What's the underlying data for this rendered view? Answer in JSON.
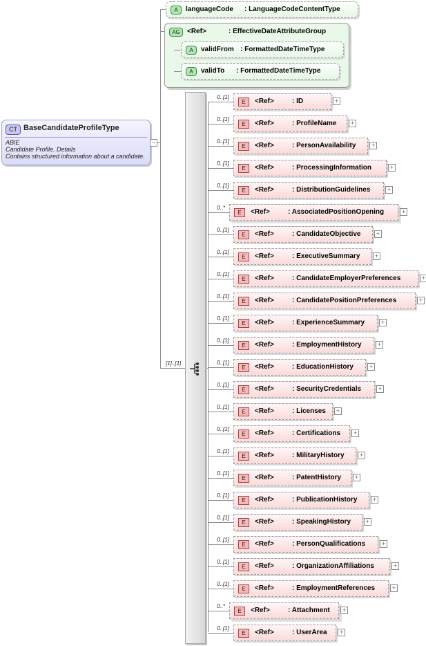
{
  "complex_type": {
    "badge": "CT",
    "name": "BaseCandidateProfileType",
    "doc_lines": [
      "ABIE",
      "Candidate Profile. Details",
      "Contains structured information about a candidate."
    ],
    "collapse_glyph": "−"
  },
  "attributes": [
    {
      "badge": "A",
      "name": "languageCode",
      "type": ": LanguageCodeContentType"
    }
  ],
  "attribute_group": {
    "badge": "AG",
    "ref": "<Ref>",
    "name": ": EffectiveDateAttributeGroup",
    "attributes": [
      {
        "badge": "A",
        "name": "validFrom",
        "type": ": FormattedDateTimeType"
      },
      {
        "badge": "A",
        "name": "validTo",
        "type": ": FormattedDateTimeType"
      }
    ]
  },
  "sequence": {
    "multiplicity": "[1]..[1]",
    "icon": "sequence-icon"
  },
  "elements": [
    {
      "mult": "0..[1]",
      "badge": "E",
      "ref": "<Ref>",
      "name": ": ID"
    },
    {
      "mult": "0..[1]",
      "badge": "E",
      "ref": "<Ref>",
      "name": ": ProfileName"
    },
    {
      "mult": "0..[1]",
      "badge": "E",
      "ref": "<Ref>",
      "name": ": PersonAvailability"
    },
    {
      "mult": "0..[1]",
      "badge": "E",
      "ref": "<Ref>",
      "name": ": ProcessingInformation"
    },
    {
      "mult": "0..[1]",
      "badge": "E",
      "ref": "<Ref>",
      "name": ": DistributionGuidelines"
    },
    {
      "mult": "0..*",
      "badge": "E",
      "ref": "<Ref>",
      "name": ": AssociatedPositionOpening"
    },
    {
      "mult": "0..[1]",
      "badge": "E",
      "ref": "<Ref>",
      "name": ": CandidateObjective"
    },
    {
      "mult": "0..[1]",
      "badge": "E",
      "ref": "<Ref>",
      "name": ": ExecutiveSummary"
    },
    {
      "mult": "0..[1]",
      "badge": "E",
      "ref": "<Ref>",
      "name": ": CandidateEmployerPreferences"
    },
    {
      "mult": "0..[1]",
      "badge": "E",
      "ref": "<Ref>",
      "name": ": CandidatePositionPreferences"
    },
    {
      "mult": "0..[1]",
      "badge": "E",
      "ref": "<Ref>",
      "name": ": ExperienceSummary"
    },
    {
      "mult": "0..[1]",
      "badge": "E",
      "ref": "<Ref>",
      "name": ": EmploymentHistory"
    },
    {
      "mult": "0..[1]",
      "badge": "E",
      "ref": "<Ref>",
      "name": ": EducationHistory"
    },
    {
      "mult": "0..[1]",
      "badge": "E",
      "ref": "<Ref>",
      "name": ": SecurityCredentials"
    },
    {
      "mult": "0..[1]",
      "badge": "E",
      "ref": "<Ref>",
      "name": ": Licenses"
    },
    {
      "mult": "0..[1]",
      "badge": "E",
      "ref": "<Ref>",
      "name": ": Certifications"
    },
    {
      "mult": "0..[1]",
      "badge": "E",
      "ref": "<Ref>",
      "name": ": MilitaryHistory"
    },
    {
      "mult": "0..[1]",
      "badge": "E",
      "ref": "<Ref>",
      "name": ": PatentHistory"
    },
    {
      "mult": "0..[1]",
      "badge": "E",
      "ref": "<Ref>",
      "name": ": PublicationHistory"
    },
    {
      "mult": "0..[1]",
      "badge": "E",
      "ref": "<Ref>",
      "name": ": SpeakingHistory"
    },
    {
      "mult": "0..[1]",
      "badge": "E",
      "ref": "<Ref>",
      "name": ": PersonQualifications"
    },
    {
      "mult": "0..[1]",
      "badge": "E",
      "ref": "<Ref>",
      "name": ": OrganizationAffiliations"
    },
    {
      "mult": "0..[1]",
      "badge": "E",
      "ref": "<Ref>",
      "name": ": EmploymentReferences"
    },
    {
      "mult": "0..*",
      "badge": "E",
      "ref": "<Ref>",
      "name": ": Attachment"
    },
    {
      "mult": "0..[1]",
      "badge": "E",
      "ref": "<Ref>",
      "name": ": UserArea"
    }
  ],
  "expand_glyph": "+"
}
